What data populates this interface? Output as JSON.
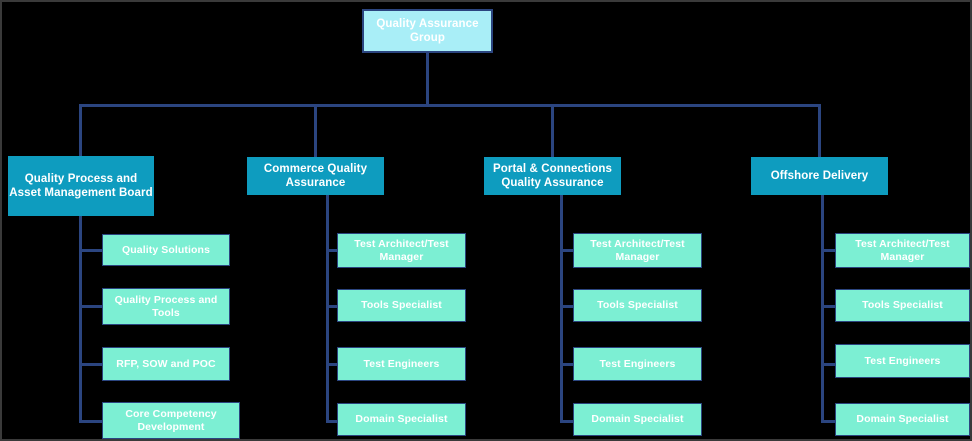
{
  "chart_data": {
    "type": "diagram",
    "diagram_type": "organizational-chart",
    "title": "Quality Assurance Group Organization Chart",
    "orientation": "top-down with vertical leaf lists",
    "background_color": "#000000",
    "colors": {
      "root_fill": "#a9eef7",
      "division_fill": "#0e9cbf",
      "leaf_fill": "#7cefd3",
      "connector": "#2b4580",
      "text": "#ffffff",
      "frame": "#3a3a3a"
    },
    "levels": 3,
    "node_count": 21
  },
  "root": {
    "label": "Quality Assurance Group"
  },
  "divisions": [
    {
      "id": "quality-process-and-asset-management-board",
      "label": "Quality Process and Asset Management Board",
      "children": [
        {
          "label": "Quality Solutions"
        },
        {
          "label": "Quality Process and Tools"
        },
        {
          "label": "RFP, SOW and POC"
        },
        {
          "label": "Core Competency Development"
        }
      ]
    },
    {
      "id": "commerce-quality-assurance",
      "label": "Commerce Quality Assurance",
      "children": [
        {
          "label": "Test Architect/Test Manager"
        },
        {
          "label": "Tools Specialist"
        },
        {
          "label": "Test Engineers"
        },
        {
          "label": "Domain Specialist"
        }
      ]
    },
    {
      "id": "portal-and-connections-quality-assurance",
      "label": "Portal & Connections Quality Assurance",
      "children": [
        {
          "label": "Test Architect/Test Manager"
        },
        {
          "label": "Tools Specialist"
        },
        {
          "label": "Test Engineers"
        },
        {
          "label": "Domain Specialist"
        }
      ]
    },
    {
      "id": "offshore-delivery",
      "label": "Offshore Delivery",
      "children": [
        {
          "label": "Test Architect/Test Manager"
        },
        {
          "label": "Tools Specialist"
        },
        {
          "label": "Test Engineers"
        },
        {
          "label": "Domain Specialist"
        }
      ]
    }
  ]
}
